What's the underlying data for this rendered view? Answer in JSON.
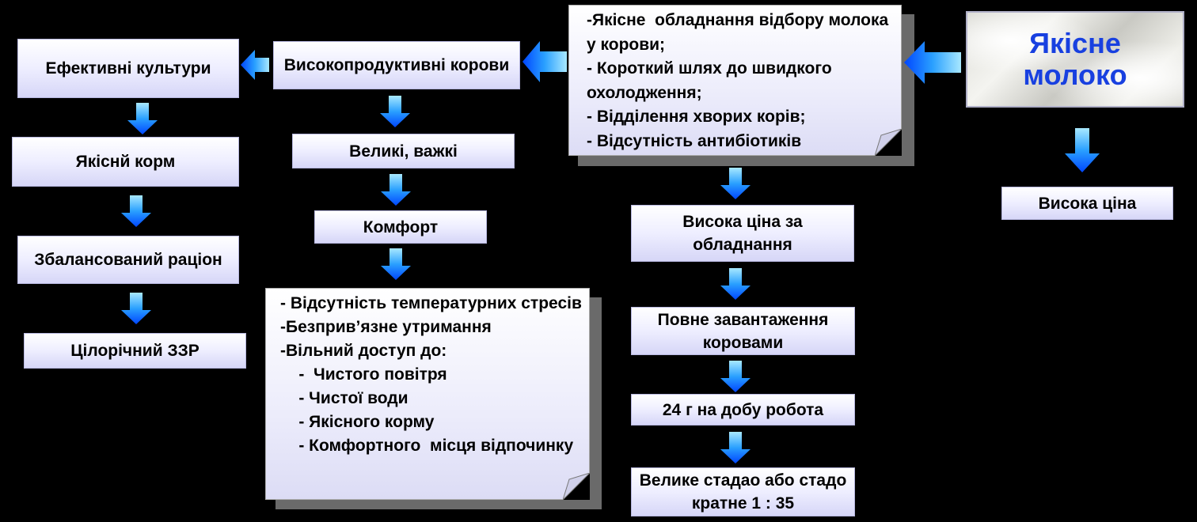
{
  "hero": {
    "title": "Якісне молоко"
  },
  "column_cows": {
    "top": "Високопродуктивні корови",
    "step1": "Великі, важкі",
    "step2": "Комфорт",
    "comfort_list": [
      "- Відсутність температурних стресів",
      "-Безприв’язне утримання",
      "-Вільний доступ до:",
      "    -  Чистого повітря",
      "    - Чистої води",
      "    - Якісного корму",
      "    - Комфортного  місця відпочинку"
    ]
  },
  "column_feed": {
    "top": "Ефективні культури",
    "step1": "Якіснй корм",
    "step2": "Збалансований раціон",
    "step3": "Цілорічний ЗЗР"
  },
  "equipment_note": {
    "items": [
      "-Якісне  обладнання відбору молока у корови;",
      "- Короткий шлях до швидкого охолодження;",
      "- Відділення хворих корів;",
      "- Відсутність антибіотиків"
    ]
  },
  "column_equipment": {
    "step1": "Висока ціна за обладнання",
    "step2": "Повне завантаження коровами",
    "step3": "24 г на добу  робота",
    "step4": "Велике стадао або стадо кратне 1 : 35"
  },
  "column_price": {
    "step1": "Висока ціна"
  },
  "colors": {
    "arrow_top": "#9ae0ff",
    "arrow_bottom": "#0050ff",
    "hero_text": "#1840e0"
  }
}
